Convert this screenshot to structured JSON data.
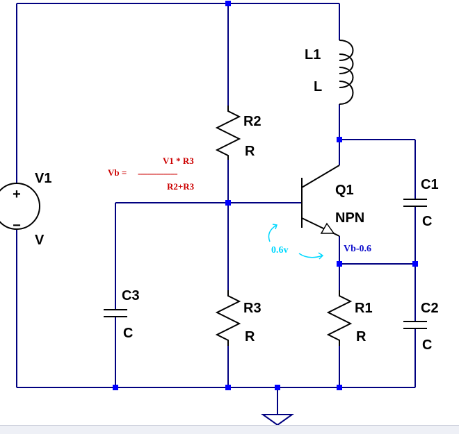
{
  "components": {
    "v1": {
      "name": "V1",
      "value": "V",
      "plus": "+",
      "minus": "−"
    },
    "l1": {
      "name": "L1",
      "value": "L"
    },
    "r2": {
      "name": "R2",
      "value": "R"
    },
    "r3": {
      "name": "R3",
      "value": "R"
    },
    "r1": {
      "name": "R1",
      "value": "R"
    },
    "c1": {
      "name": "C1",
      "value": "C"
    },
    "c2": {
      "name": "C2",
      "value": "C"
    },
    "c3": {
      "name": "C3",
      "value": "C"
    },
    "q1": {
      "name": "Q1",
      "value": "NPN"
    }
  },
  "annotations": {
    "vb_label": "Vb =",
    "vb_numerator": "V1 * R3",
    "vb_fraction_line": "-----------------",
    "vb_denominator": "R2+R3",
    "emitter_voltage": "Vb-0.6",
    "vbe_drop": "0.6v"
  },
  "colors": {
    "wire": "#000080",
    "node": "#0000ff",
    "formula": "#cc0000",
    "emitter_note": "#1010cc",
    "vbe_note": "#00d8ff"
  }
}
